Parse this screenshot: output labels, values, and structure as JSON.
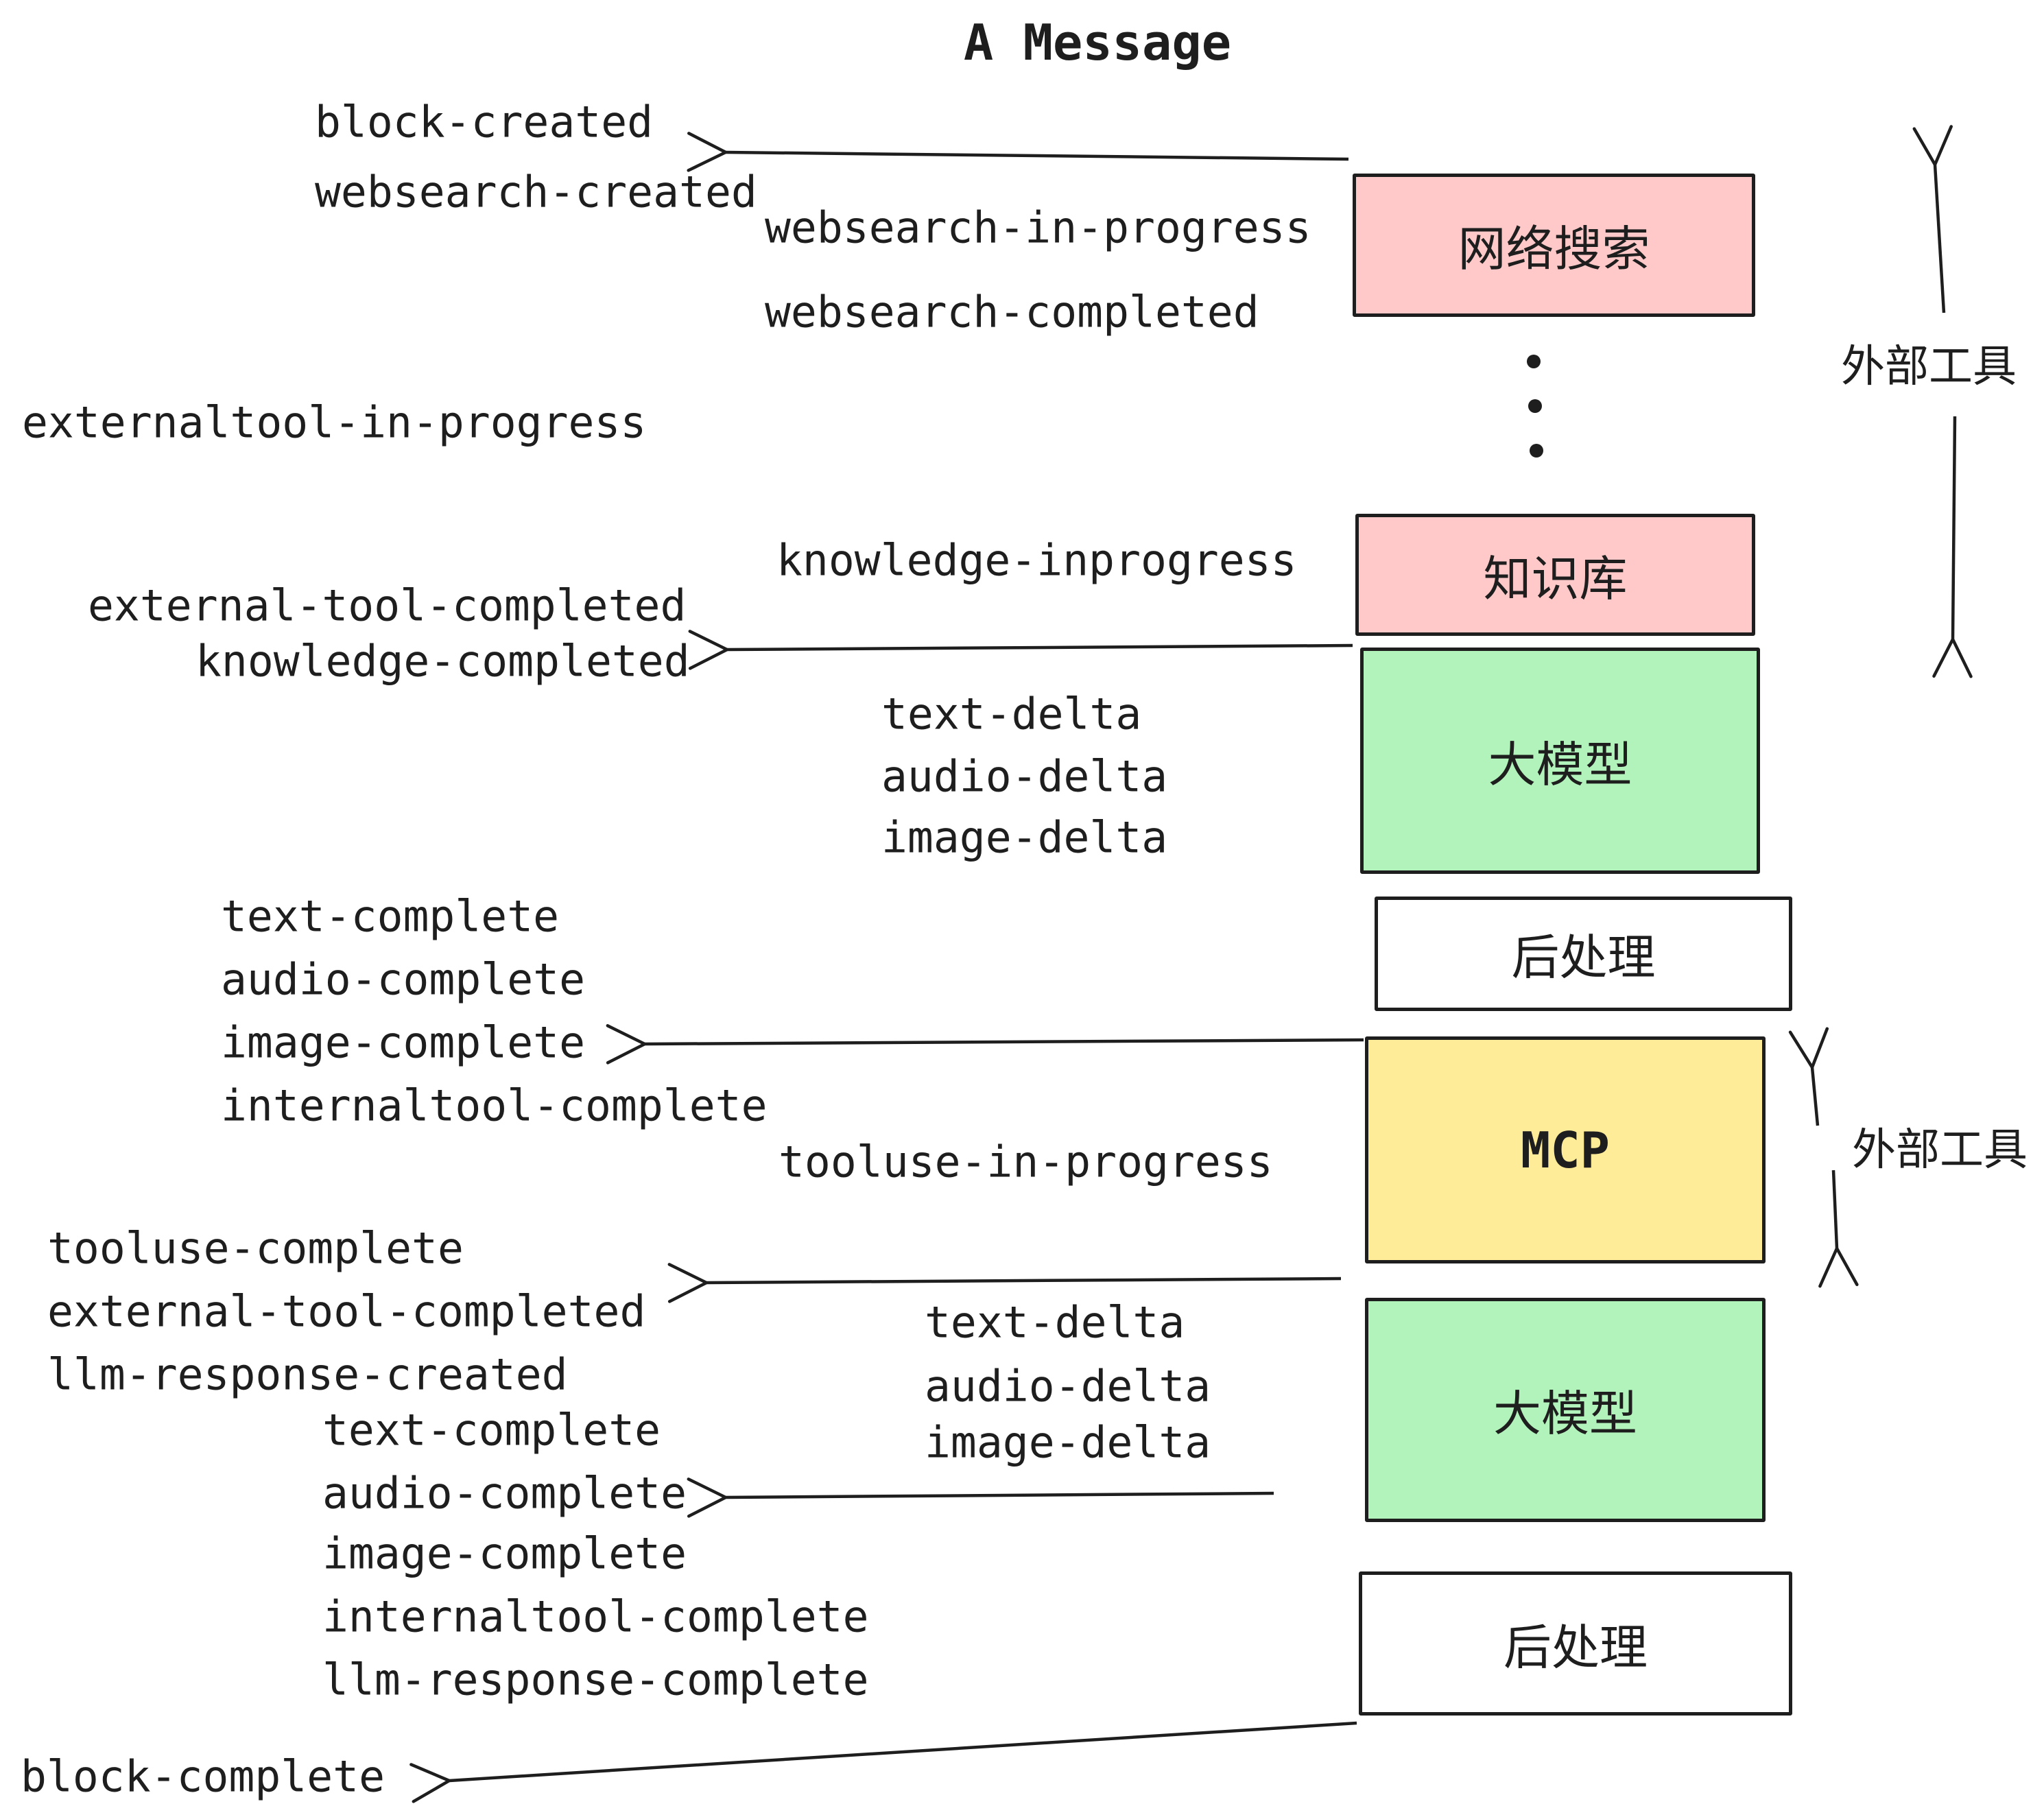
{
  "title": "A Message",
  "colors": {
    "box_pink": "#ffc9c9",
    "box_green": "#b2f2bb",
    "box_yellow": "#ffec99",
    "box_white": "#ffffff",
    "stroke": "#1e1e1e"
  },
  "events": {
    "block_created": "block-created",
    "websearch_created": "websearch-created",
    "websearch_in_progress": "websearch-in-progress",
    "websearch_completed": "websearch-completed",
    "externaltool_in_progress": "externaltool-in-progress",
    "knowledge_inprogress": "knowledge-inprogress",
    "external_tool_completed": "external-tool-completed",
    "knowledge_completed": "knowledge-completed",
    "text_delta": "text-delta",
    "audio_delta": "audio-delta",
    "image_delta": "image-delta",
    "text_complete": "text-complete",
    "audio_complete": "audio-complete",
    "image_complete": "image-complete",
    "internaltool_complete": "internaltool-complete",
    "tooluse_in_progress": "tooluse-in-progress",
    "tooluse_complete": "tooluse-complete",
    "llm_response_created": "llm-response-created",
    "llm_response_complete": "llm-response-complete",
    "block_complete": "block-complete"
  },
  "boxes": {
    "websearch": "网络搜索",
    "knowledge": "知识库",
    "llm": "大模型",
    "postprocess": "后处理",
    "mcp": "MCP"
  },
  "annotations": {
    "external_tools": "外部工具"
  }
}
